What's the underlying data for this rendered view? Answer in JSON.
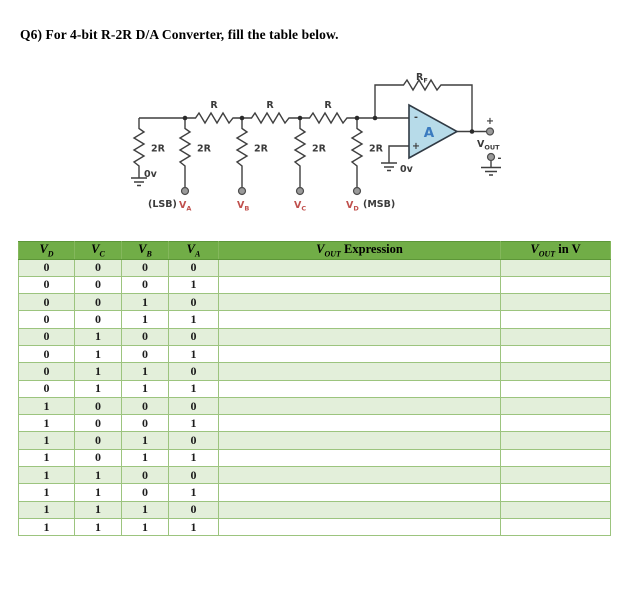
{
  "title": "Q6) For 4-bit R-2R D/A Converter, fill the table below.",
  "circuit": {
    "series_resistor_labels": [
      "R",
      "R",
      "R"
    ],
    "shunt_resistor_labels": [
      "2R",
      "2R",
      "2R",
      "2R",
      "2R"
    ],
    "feedback_resistor": {
      "main": "R",
      "sub": "F"
    },
    "opamp_label": "A",
    "opamp_minus": "-",
    "opamp_plus": "+",
    "ground_left_label": "0v",
    "ground_opamp_label": "0v",
    "lsb_label": "(LSB)",
    "msb_label": "(MSB)",
    "input_labels": [
      {
        "main": "V",
        "sub": "A"
      },
      {
        "main": "V",
        "sub": "B"
      },
      {
        "main": "V",
        "sub": "C"
      },
      {
        "main": "V",
        "sub": "D"
      }
    ],
    "output_label": {
      "main": "V",
      "sub": "OUT"
    },
    "output_plus": "+",
    "output_minus": "-",
    "colors": {
      "wire": "#3f3f3f",
      "opamp_fill": "#b7dbe9",
      "opamp_text": "#3a7abf",
      "input_label": "#c0504d",
      "terminal_fill": "#9a9a9a"
    }
  },
  "table": {
    "headers": [
      {
        "main": "V",
        "sub": "D",
        "rest": ""
      },
      {
        "main": "V",
        "sub": "C",
        "rest": ""
      },
      {
        "main": "V",
        "sub": "B",
        "rest": ""
      },
      {
        "main": "V",
        "sub": "A",
        "rest": ""
      },
      {
        "main": "V",
        "sub": "OUT",
        "rest": " Expression"
      },
      {
        "main": "V",
        "sub": "OUT",
        "rest": " in V"
      }
    ],
    "rows": [
      [
        "0",
        "0",
        "0",
        "0",
        "",
        ""
      ],
      [
        "0",
        "0",
        "0",
        "1",
        "",
        ""
      ],
      [
        "0",
        "0",
        "1",
        "0",
        "",
        ""
      ],
      [
        "0",
        "0",
        "1",
        "1",
        "",
        ""
      ],
      [
        "0",
        "1",
        "0",
        "0",
        "",
        ""
      ],
      [
        "0",
        "1",
        "0",
        "1",
        "",
        ""
      ],
      [
        "0",
        "1",
        "1",
        "0",
        "",
        ""
      ],
      [
        "0",
        "1",
        "1",
        "1",
        "",
        ""
      ],
      [
        "1",
        "0",
        "0",
        "0",
        "",
        ""
      ],
      [
        "1",
        "0",
        "0",
        "1",
        "",
        ""
      ],
      [
        "1",
        "0",
        "1",
        "0",
        "",
        ""
      ],
      [
        "1",
        "0",
        "1",
        "1",
        "",
        ""
      ],
      [
        "1",
        "1",
        "0",
        "0",
        "",
        ""
      ],
      [
        "1",
        "1",
        "0",
        "1",
        "",
        ""
      ],
      [
        "1",
        "1",
        "1",
        "0",
        "",
        ""
      ],
      [
        "1",
        "1",
        "1",
        "1",
        "",
        ""
      ]
    ],
    "colors": {
      "header_bg": "#71ad47",
      "row_alt_bg": "#e3efda",
      "row_bg": "#ffffff",
      "border": "#9cc47e"
    }
  }
}
